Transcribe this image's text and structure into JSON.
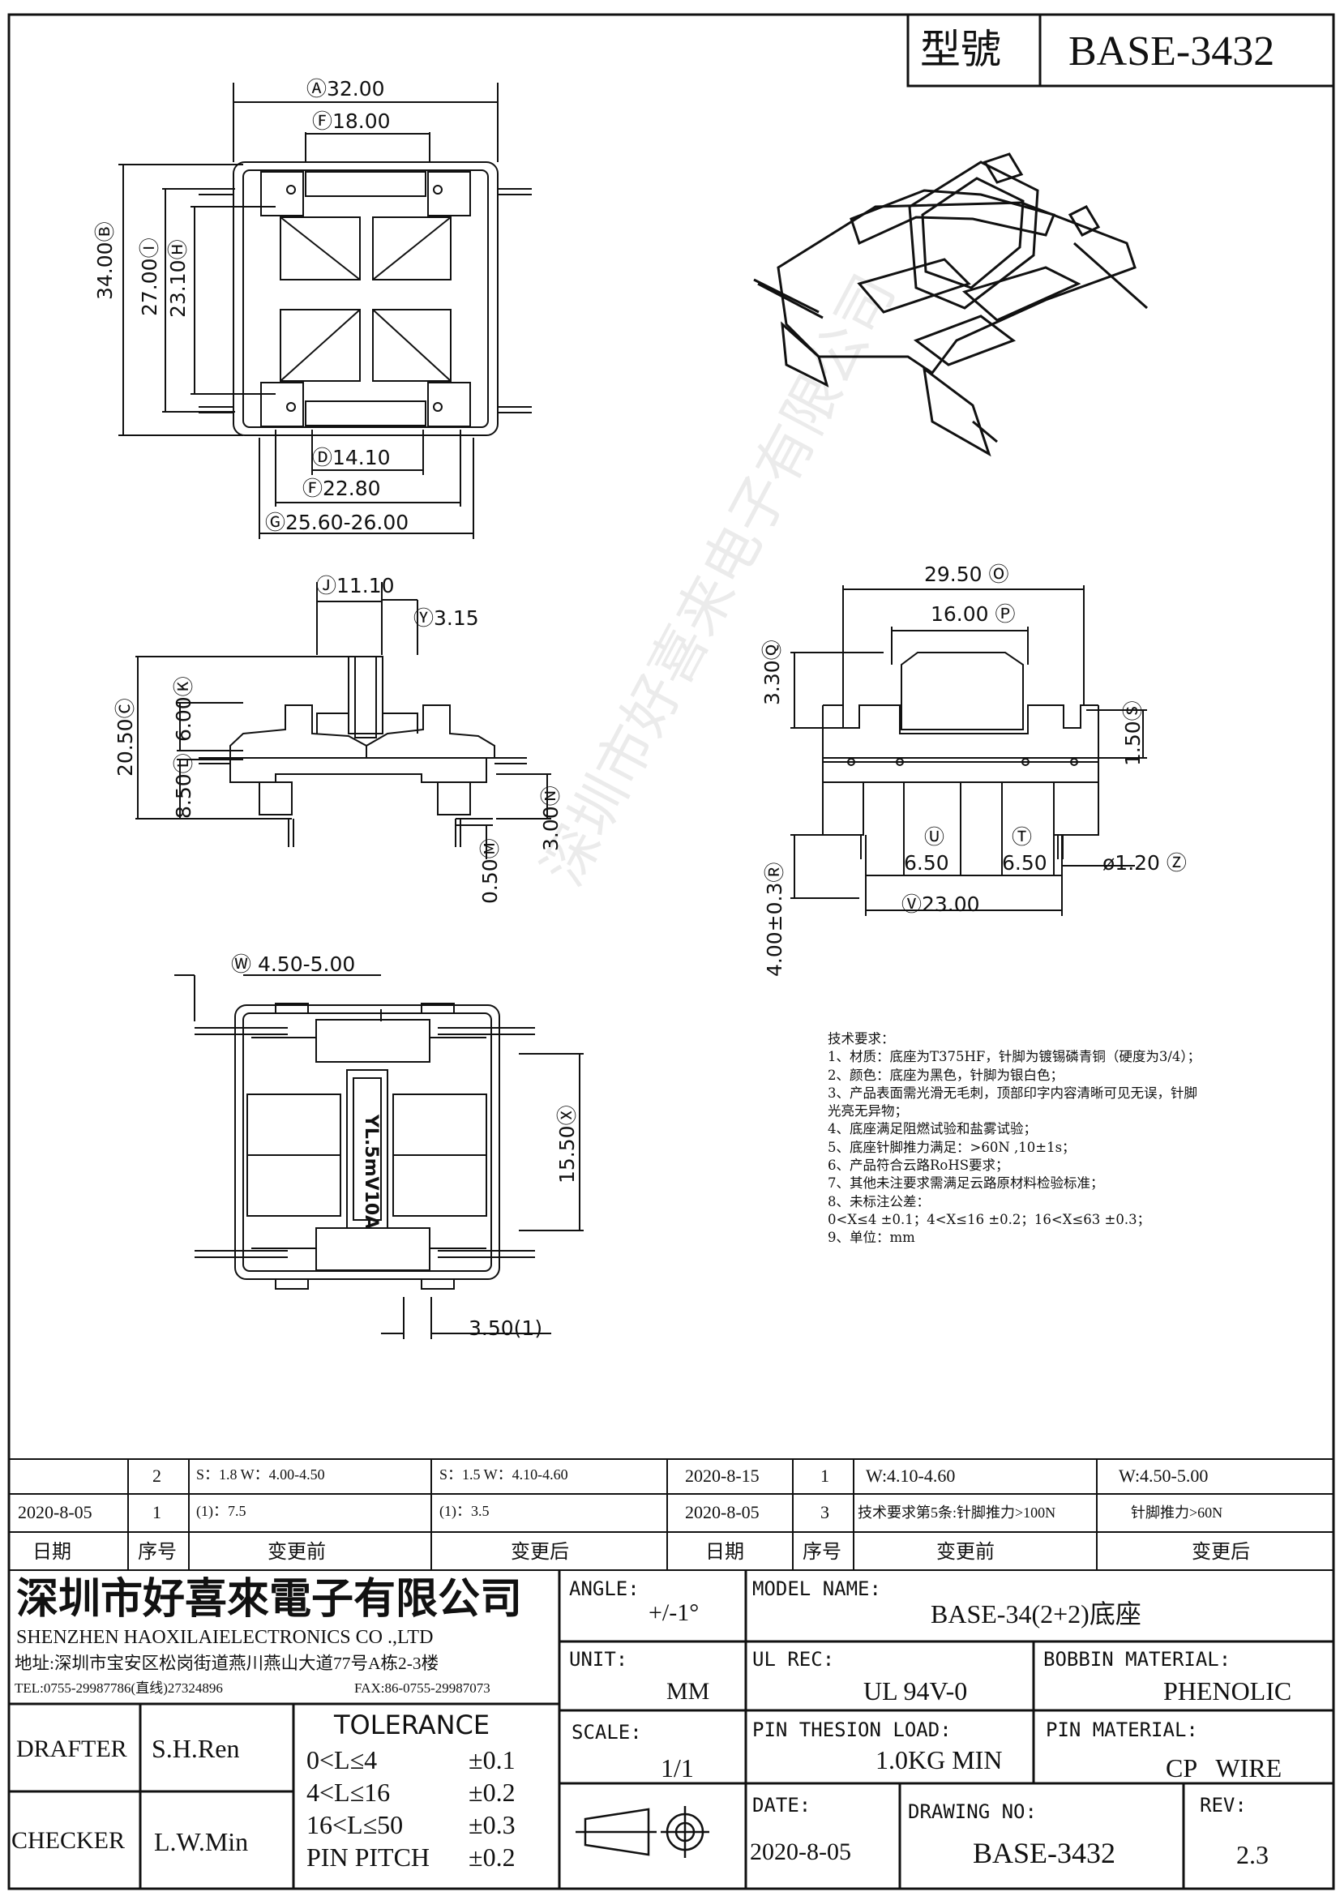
{
  "title_block": {
    "model_label": "型號",
    "model_value": "BASE-3432"
  },
  "dimensions": {
    "a": "Ⓐ32.00",
    "f_top": "Ⓕ18.00",
    "b": "34.00Ⓑ",
    "i": "27.00Ⓘ",
    "h": "23.10Ⓗ",
    "d": "Ⓓ14.10",
    "f_bottom": "Ⓕ22.80",
    "g": "Ⓖ25.60-26.00",
    "j": "Ⓙ11.10",
    "y": "Ⓨ3.15",
    "c_top": "20.50Ⓒ",
    "k": "6.00Ⓚ",
    "l": "8.50Ⓛ",
    "n": "3.00Ⓝ",
    "m": "0.50Ⓜ",
    "o": "29.50 Ⓞ",
    "p": "16.00 Ⓟ",
    "q": "3.30Ⓠ",
    "s": "1.50Ⓢ",
    "u_label": "Ⓤ",
    "u_value": "6.50",
    "t_label": "Ⓣ",
    "t_value": "6.50",
    "z": "ø1.20 Ⓩ",
    "r": "4.00±0.3Ⓡ",
    "v": "Ⓥ23.00",
    "w": "Ⓦ 4.50-5.00",
    "x": "15.50Ⓧ",
    "pitch": "3.50(1)"
  },
  "part_marking": "YL.5mV10A",
  "tech_notes": [
    "技术要求：",
    "1、材质：底座为T375HF，针脚为镀锡磷青铜（硬度为3/4）；",
    "2、颜色：底座为黑色，针脚为银白色；",
    "3、产品表面需光滑无毛刺，顶部印字内容清晰可见无误，针脚",
    "光亮无异物；",
    "4、底座满足阻燃试验和盐雾试验；",
    "5、底座针脚推力满足：>60N ,10±1s；",
    "6、产品符合云路RoHS要求；",
    "7、其他未注要求需满足云路原材料检验标准；",
    "8、未标注公差：",
    "      0<X≤4  ±0.1；4<X≤16  ±0.2；16<X≤63  ±0.3；",
    "9、单位：mm"
  ],
  "watermark": "深圳市好喜来电子有限公司",
  "revision_table": {
    "rows": [
      [
        "",
        "2",
        "S：1.8      W：4.00-4.50",
        "S：1.5      W：4.10-4.60",
        "2020-8-15",
        "1",
        "W:4.10-4.60",
        "W:4.50-5.00"
      ],
      [
        "2020-8-05",
        "1",
        "(1)：7.5",
        "(1)：3.5",
        "2020-8-05",
        "3",
        "技术要求第5条:针脚推力>100N",
        "针脚推力>60N"
      ]
    ],
    "headers": [
      "日期",
      "序号",
      "变更前",
      "变更后",
      "日期",
      "序号",
      "变更前",
      "变更后"
    ]
  },
  "company": {
    "name_cn": "深圳市好喜來電子有限公司",
    "name_en": "SHENZHEN HAOXILAIELECTRONICS CO .,LTD",
    "address": "地址:深圳市宝安区松岗街道燕川燕山大道77号A栋2-3楼",
    "tel": "TEL:0755-29987786(直线)27324896",
    "fax": "FAX:86-0755-29987073"
  },
  "info": {
    "angle_label": "ANGLE:",
    "angle_value": "+/-1°",
    "model_name_label": "MODEL NAME:",
    "model_name_value": "BASE-34(2+2)底座",
    "unit_label": "UNIT:",
    "unit_value": "MM",
    "ul_rec_label": "UL REC:",
    "ul_rec_value": "UL 94V-0",
    "bobbin_label": "BOBBIN MATERIAL:",
    "bobbin_value": "PHENOLIC",
    "scale_label": "SCALE:",
    "scale_value": "1/1",
    "pin_load_label": "PIN THESION LOAD:",
    "pin_load_value": "1.0KG MIN",
    "pin_material_label": "PIN MATERIAL:",
    "pin_material_value": "CP   WIRE",
    "date_label": "DATE:",
    "date_value": "2020-8-05",
    "drawing_no_label": "DRAWING NO:",
    "drawing_no_value": "BASE-3432",
    "rev_label": "REV:",
    "rev_value": "2.3",
    "drafter_label": "DRAFTER",
    "drafter_value": "S.H.Ren",
    "checker_label": "CHECKER",
    "checker_value": "L.W.Min",
    "tolerance_label": "TOLERANCE",
    "tolerances": [
      {
        "range": "0<L≤4",
        "value": "±0.1"
      },
      {
        "range": "4<L≤16",
        "value": "±0.2"
      },
      {
        "range": "16<L≤50",
        "value": "±0.3"
      },
      {
        "range": "PIN PITCH",
        "value": "±0.2"
      }
    ]
  }
}
